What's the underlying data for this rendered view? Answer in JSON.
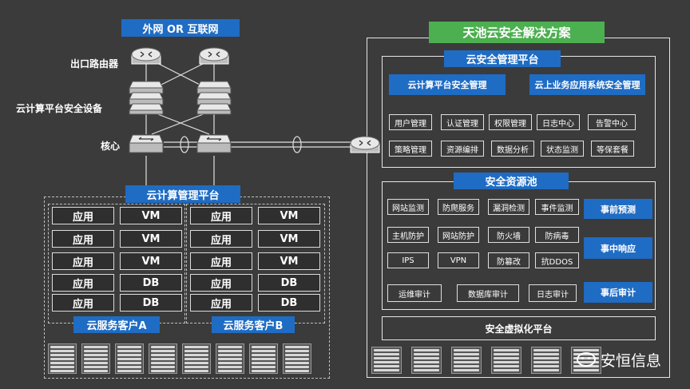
{
  "left": {
    "internet_label": "外网 OR 互联网",
    "router_label": "出口路由器",
    "security_device_label": "云计算平台安全设备",
    "core_label": "核心",
    "mgmt_platform_label": "云计算管理平台",
    "customer_a": {
      "label": "云服务客户A",
      "rows": [
        [
          "应用",
          "VM"
        ],
        [
          "应用",
          "VM"
        ],
        [
          "应用",
          "VM"
        ],
        [
          "应用",
          "DB"
        ],
        [
          "应用",
          "DB"
        ]
      ]
    },
    "customer_b": {
      "label": "云服务客户B",
      "rows": [
        [
          "应用",
          "VM"
        ],
        [
          "应用",
          "VM"
        ],
        [
          "应用",
          "VM"
        ],
        [
          "应用",
          "DB"
        ],
        [
          "应用",
          "DB"
        ]
      ]
    }
  },
  "right": {
    "title": "天池云安全解决方案",
    "mgmt": {
      "title": "云安全管理平台",
      "header_boxes": [
        "云计算平台安全管理",
        "云上业务应用系统安全管理"
      ],
      "row1": [
        "用户管理",
        "认证管理",
        "权限管理",
        "日志中心",
        "告警中心"
      ],
      "row2": [
        "策略管理",
        "资源编排",
        "数据分析",
        "状态监测",
        "等保套餐"
      ]
    },
    "pool": {
      "title": "安全资源池",
      "row1": [
        "网站监测",
        "防爬服务",
        "漏洞检测",
        "事件监测"
      ],
      "row2": [
        "主机防护",
        "网站防护",
        "防火墙",
        "防病毒"
      ],
      "row3": [
        "IPS",
        "VPN",
        "防篡改",
        "抗DDOS"
      ],
      "row4": [
        "运维审计",
        "数据库审计",
        "日志审计"
      ],
      "side": [
        "事前预测",
        "事中响应",
        "事后审计"
      ]
    },
    "virt_platform": "安全虚拟化平台"
  },
  "watermark": "安恒信息",
  "colors": {
    "background": "#3b3b3b",
    "blue": "#1f6cc4",
    "green": "#4caf50"
  }
}
